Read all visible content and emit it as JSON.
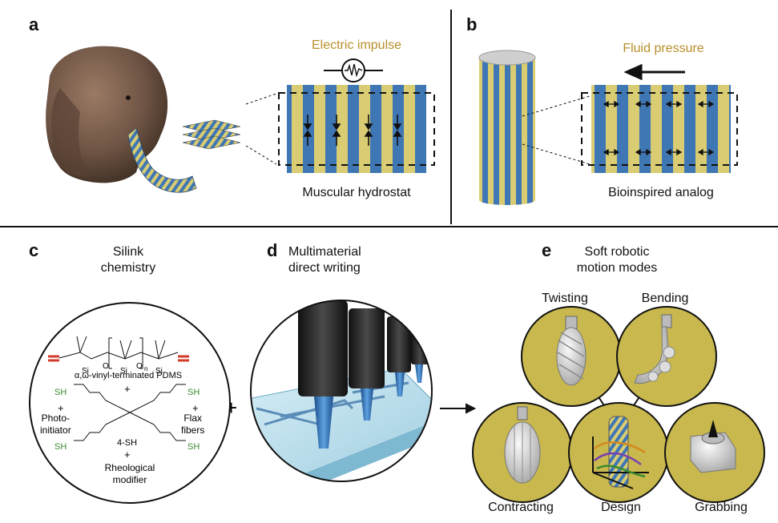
{
  "panels": {
    "a": {
      "label": "a",
      "top_label": "Electric impulse",
      "caption": "Muscular hydrostat"
    },
    "b": {
      "label": "b",
      "top_label": "Fluid pressure",
      "caption": "Bioinspired analog"
    },
    "c": {
      "label": "c",
      "title_line1": "Silink",
      "title_line2": "chemistry",
      "chem": {
        "si": "Si",
        "o": "O",
        "n": "n",
        "pdms": "α,ω-vinyl-terminated PDMS",
        "plus": "+",
        "sh": "SH",
        "photo1": "Photo-",
        "photo2": "initiator",
        "flax1": "Flax",
        "flax2": "fibers",
        "fourSH": "4-SH",
        "rheo1": "Rheological",
        "rheo2": "modifier",
        "o_atom": "O"
      }
    },
    "d": {
      "label": "d",
      "title_line1": "Multimaterial",
      "title_line2": "direct writing"
    },
    "e": {
      "label": "e",
      "title_line1": "Soft robotic",
      "title_line2": "motion modes",
      "modes": [
        "Twisting",
        "Bending",
        "Contracting",
        "Design",
        "Grabbing"
      ]
    }
  },
  "between_cd": "+",
  "colors": {
    "stripe_yellow": "#d9cc72",
    "stripe_blue": "#3f77b5",
    "robot_circle": "#c8b84e",
    "label_gold": "#b8902a",
    "red": "#d23a2a",
    "green": "#3a8a2e"
  }
}
